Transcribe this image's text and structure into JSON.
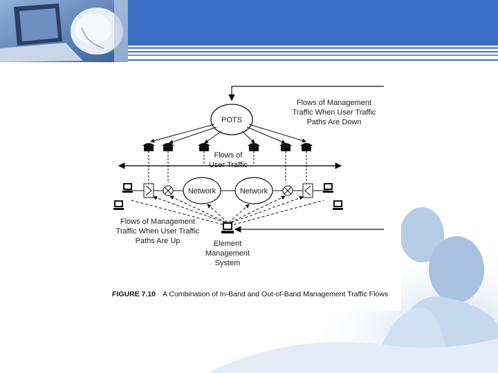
{
  "diagram": {
    "pots_label": "POTS",
    "network_left_label": "Network",
    "network_right_label": "Network",
    "user_traffic_line1": "Flows of",
    "user_traffic_line2": "User Traffic",
    "mgmt_down_line1": "Flows of Management",
    "mgmt_down_line2": "Traffic When User Traffic",
    "mgmt_down_line3": "Paths Are Down",
    "mgmt_up_line1": "Flows of Management",
    "mgmt_up_line2": "Traffic When User Traffic",
    "mgmt_up_line3": "Paths Are Up",
    "ems_line1": "Element",
    "ems_line2": "Management",
    "ems_line3": "System"
  },
  "caption": {
    "figure_number": "FIGURE 7.10",
    "text": "A Combination of In-Band and Out-of-Band Management Traffic Flows"
  },
  "colors": {
    "header_band": "#3a6fc4",
    "accent_light": "#cfe0f2"
  }
}
